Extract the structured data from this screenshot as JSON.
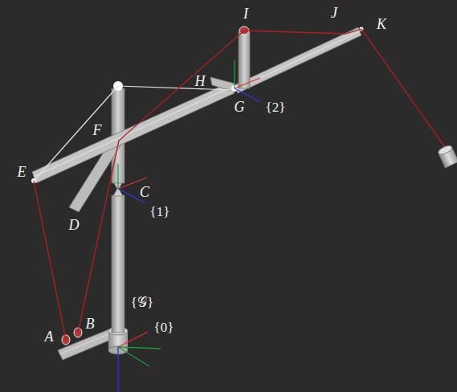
{
  "diagram": {
    "labels": [
      "I",
      "J",
      "K",
      "H",
      "G",
      "{2}",
      "F",
      "E",
      "C",
      "{1}",
      "D",
      "{𝒢}",
      "{0}",
      "B",
      "A"
    ]
  }
}
